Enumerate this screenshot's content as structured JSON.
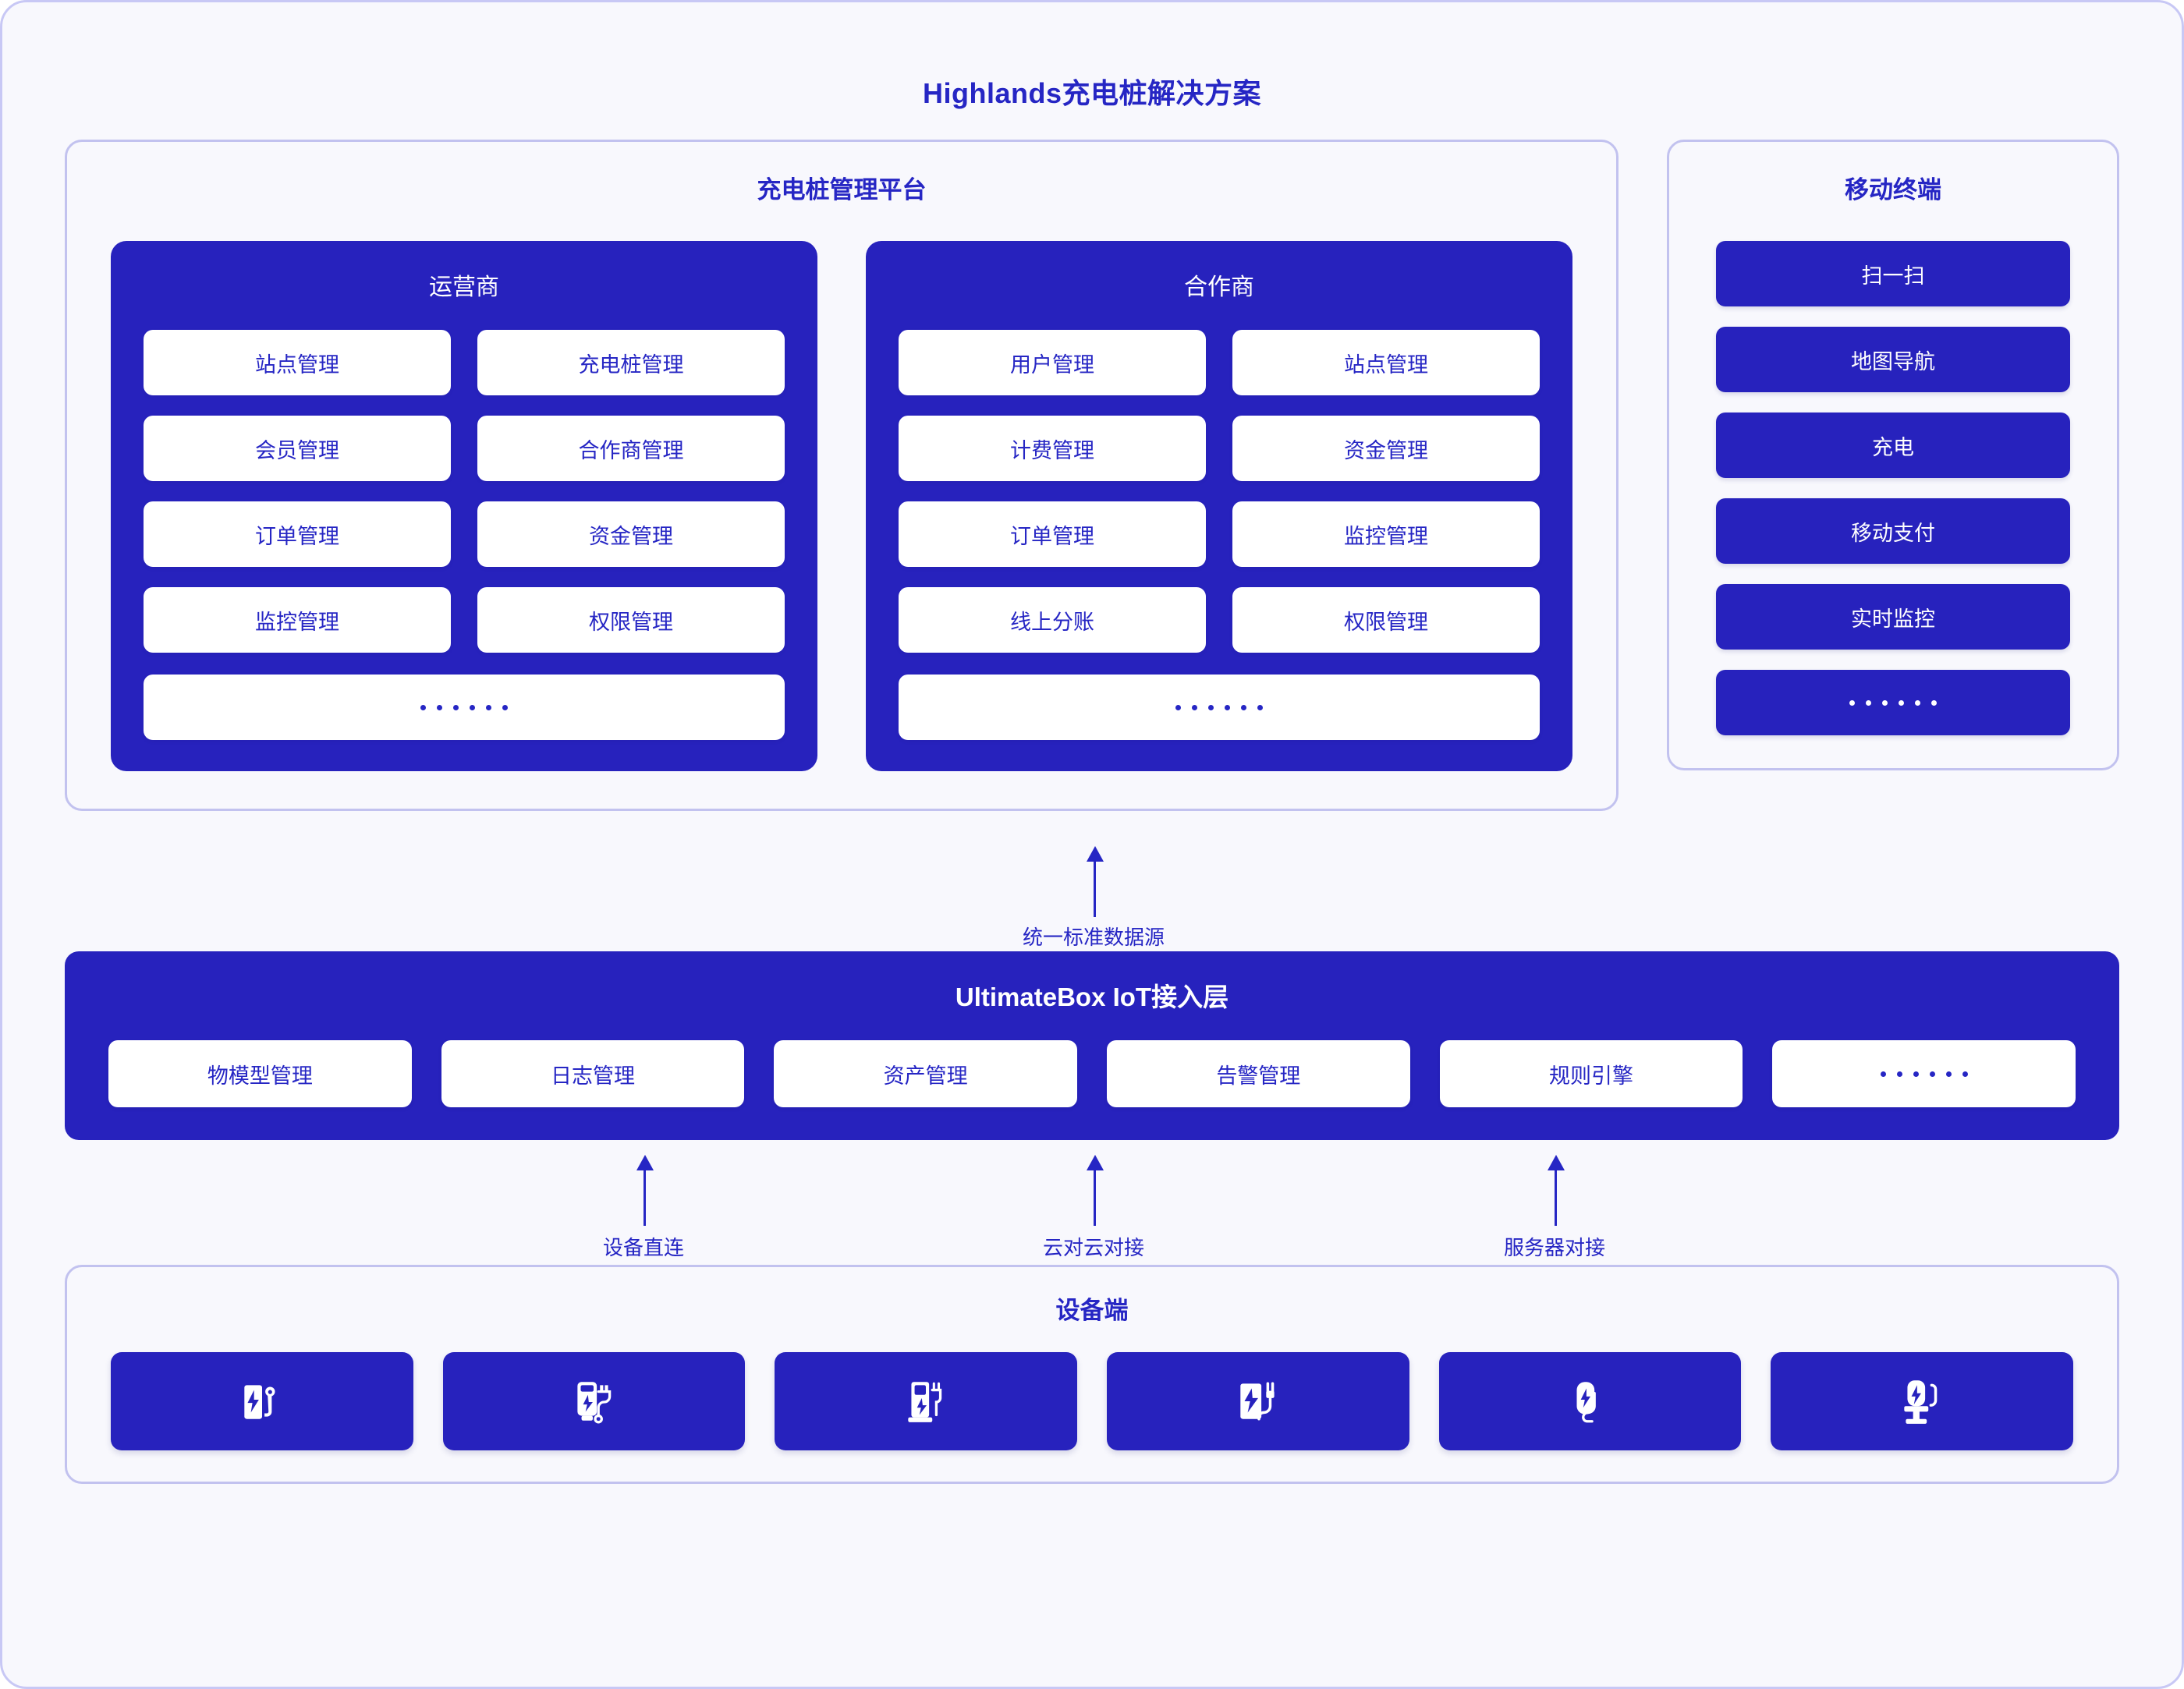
{
  "title": "Highlands充电桩解决方案",
  "colors": {
    "primary_blue": "#2722bd",
    "text_blue": "#2626c4",
    "panel_bg": "#f8f8fd",
    "panel_border": "#c2c2ef",
    "tile_white": "#ffffff"
  },
  "platform": {
    "title": "充电桩管理平台",
    "groups": [
      {
        "title": "运营商",
        "tiles": [
          "站点管理",
          "充电桩管理",
          "会员管理",
          "合作商管理",
          "订单管理",
          "资金管理",
          "监控管理",
          "权限管理"
        ],
        "more": "······"
      },
      {
        "title": "合作商",
        "tiles": [
          "用户管理",
          "站点管理",
          "计费管理",
          "资金管理",
          "订单管理",
          "监控管理",
          "线上分账",
          "权限管理"
        ],
        "more": "······"
      }
    ]
  },
  "mobile": {
    "title": "移动终端",
    "items": [
      "扫一扫",
      "地图导航",
      "充电",
      "移动支付",
      "实时监控",
      "······"
    ]
  },
  "connectors": {
    "platform_to_iot": "统一标准数据源",
    "device_to_iot": [
      "设备直连",
      "云对云对接",
      "服务器对接"
    ]
  },
  "iot": {
    "title": "UltimateBox IoT接入层",
    "tiles": [
      "物模型管理",
      "日志管理",
      "资产管理",
      "告警管理",
      "规则引擎",
      "······"
    ]
  },
  "device": {
    "title": "设备端",
    "icons": [
      "charging-pile-nozzle-icon",
      "wallbox-charger-cable-icon",
      "charging-pillar-display-icon",
      "dc-fast-charger-icon",
      "portable-charger-cable-icon",
      "pedestal-charger-icon"
    ]
  }
}
